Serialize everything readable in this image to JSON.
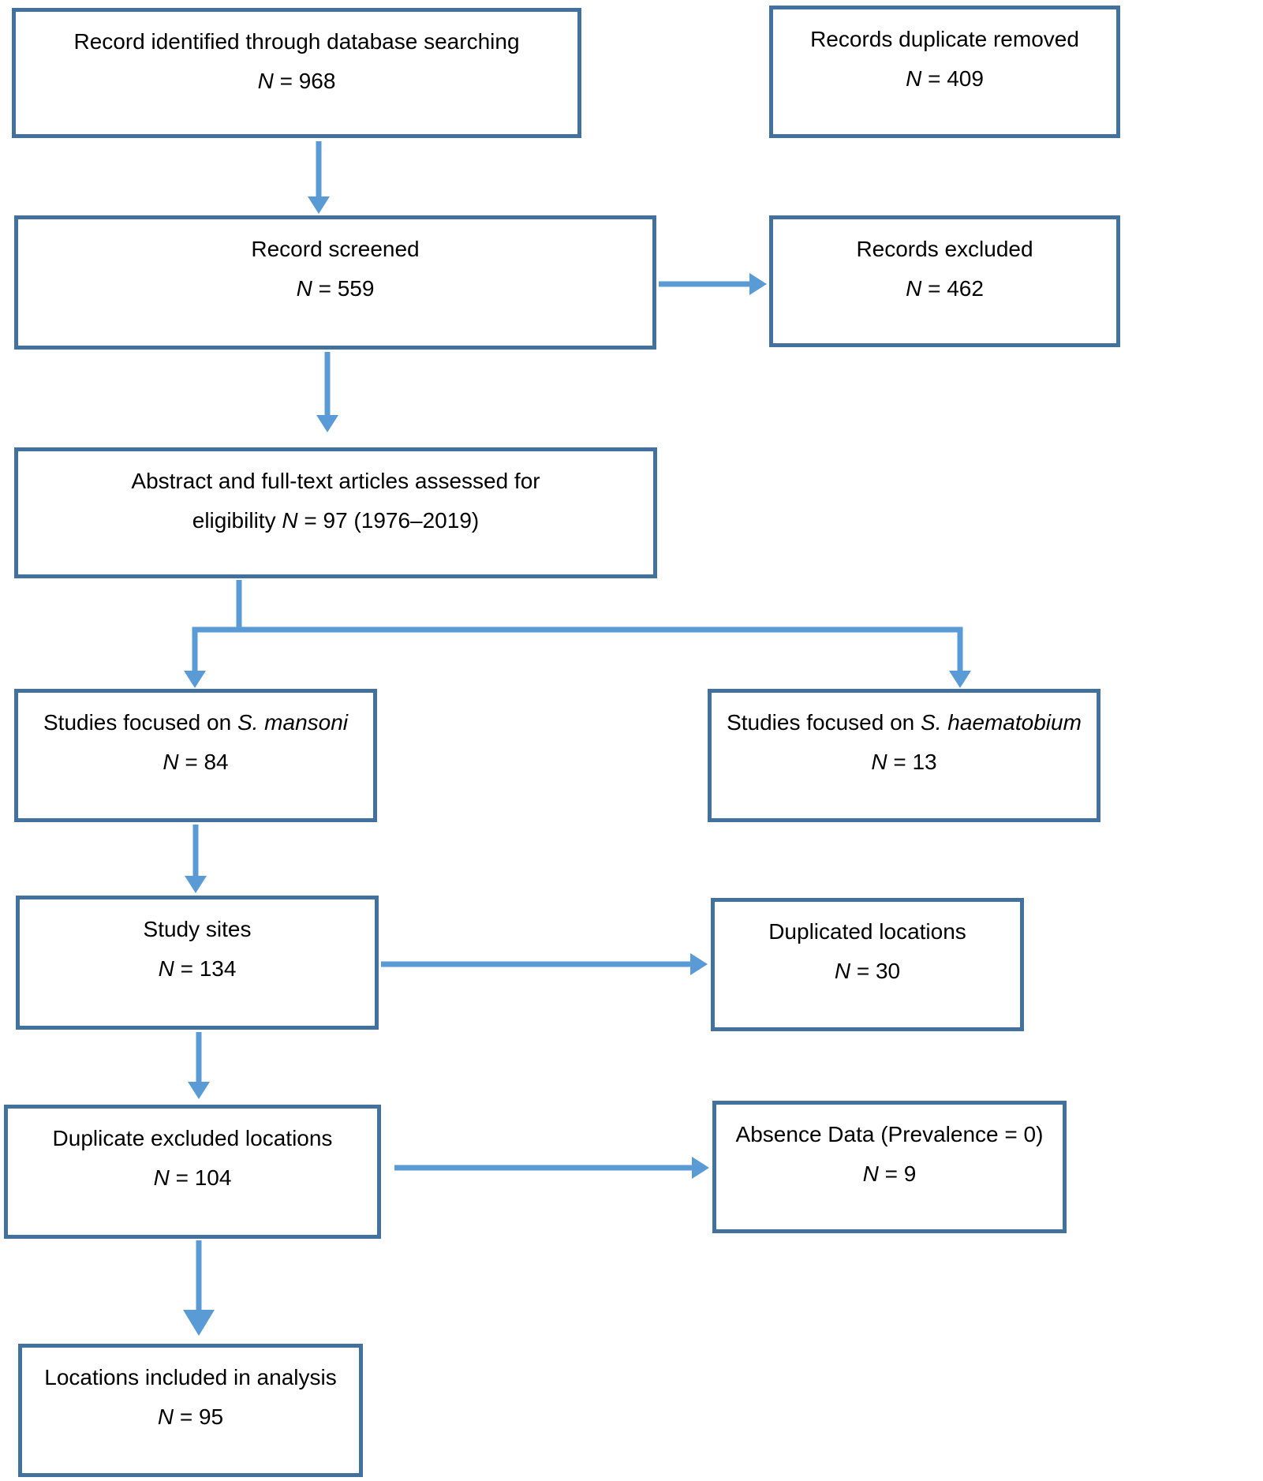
{
  "colors": {
    "box_border": "#41719C",
    "arrow": "#5B9BD5",
    "text": "#000000",
    "canvas_bg": "#FFFFFF"
  },
  "boxes": [
    {
      "id": "record-identified",
      "line1_pre": "Record identified through database searching",
      "line2_italic": "N",
      "line2_post": " = 968"
    },
    {
      "id": "records-duplicate-removed",
      "line1_pre": "Records duplicate removed",
      "line2_italic": "N",
      "line2_post": " = 409"
    },
    {
      "id": "record-screened",
      "line1_pre": "Record screened",
      "line2_italic": "N",
      "line2_post": " = 559"
    },
    {
      "id": "records-excluded",
      "line1_pre": "Records excluded",
      "line2_italic": "N",
      "line2_post": " = 462"
    },
    {
      "id": "abstract-assessed",
      "line1_pre": "Abstract and full-text articles assessed for",
      "line2_pre": "eligibility ",
      "line2_italic": "N",
      "line2_post": " = 97 (1976–2019)"
    },
    {
      "id": "studies-mansoni",
      "line1_pre": "Studies focused on ",
      "line1_italic": "S. mansoni",
      "line2_italic": "N",
      "line2_post": " = 84"
    },
    {
      "id": "studies-haematobium",
      "line1_pre": "Studies focused on ",
      "line1_italic": "S. haematobium",
      "line2_italic": "N",
      "line2_post": " = 13"
    },
    {
      "id": "study-sites",
      "line1_pre": "Study sites",
      "line2_italic": "N",
      "line2_post": " = 134"
    },
    {
      "id": "duplicated-locations",
      "line1_pre": "Duplicated locations",
      "line2_italic": "N",
      "line2_post": " = 30"
    },
    {
      "id": "duplicate-excluded-locations",
      "line1_pre": "Duplicate excluded locations",
      "line2_italic": "N",
      "line2_post": " = 104"
    },
    {
      "id": "absence-data",
      "line1_pre": "Absence Data (Prevalence = 0)",
      "line2_italic": "N",
      "line2_post": " = 9"
    },
    {
      "id": "locations-included",
      "line1_pre": "Locations included in analysis",
      "line2_italic": "N",
      "line2_post": " = 95"
    }
  ]
}
